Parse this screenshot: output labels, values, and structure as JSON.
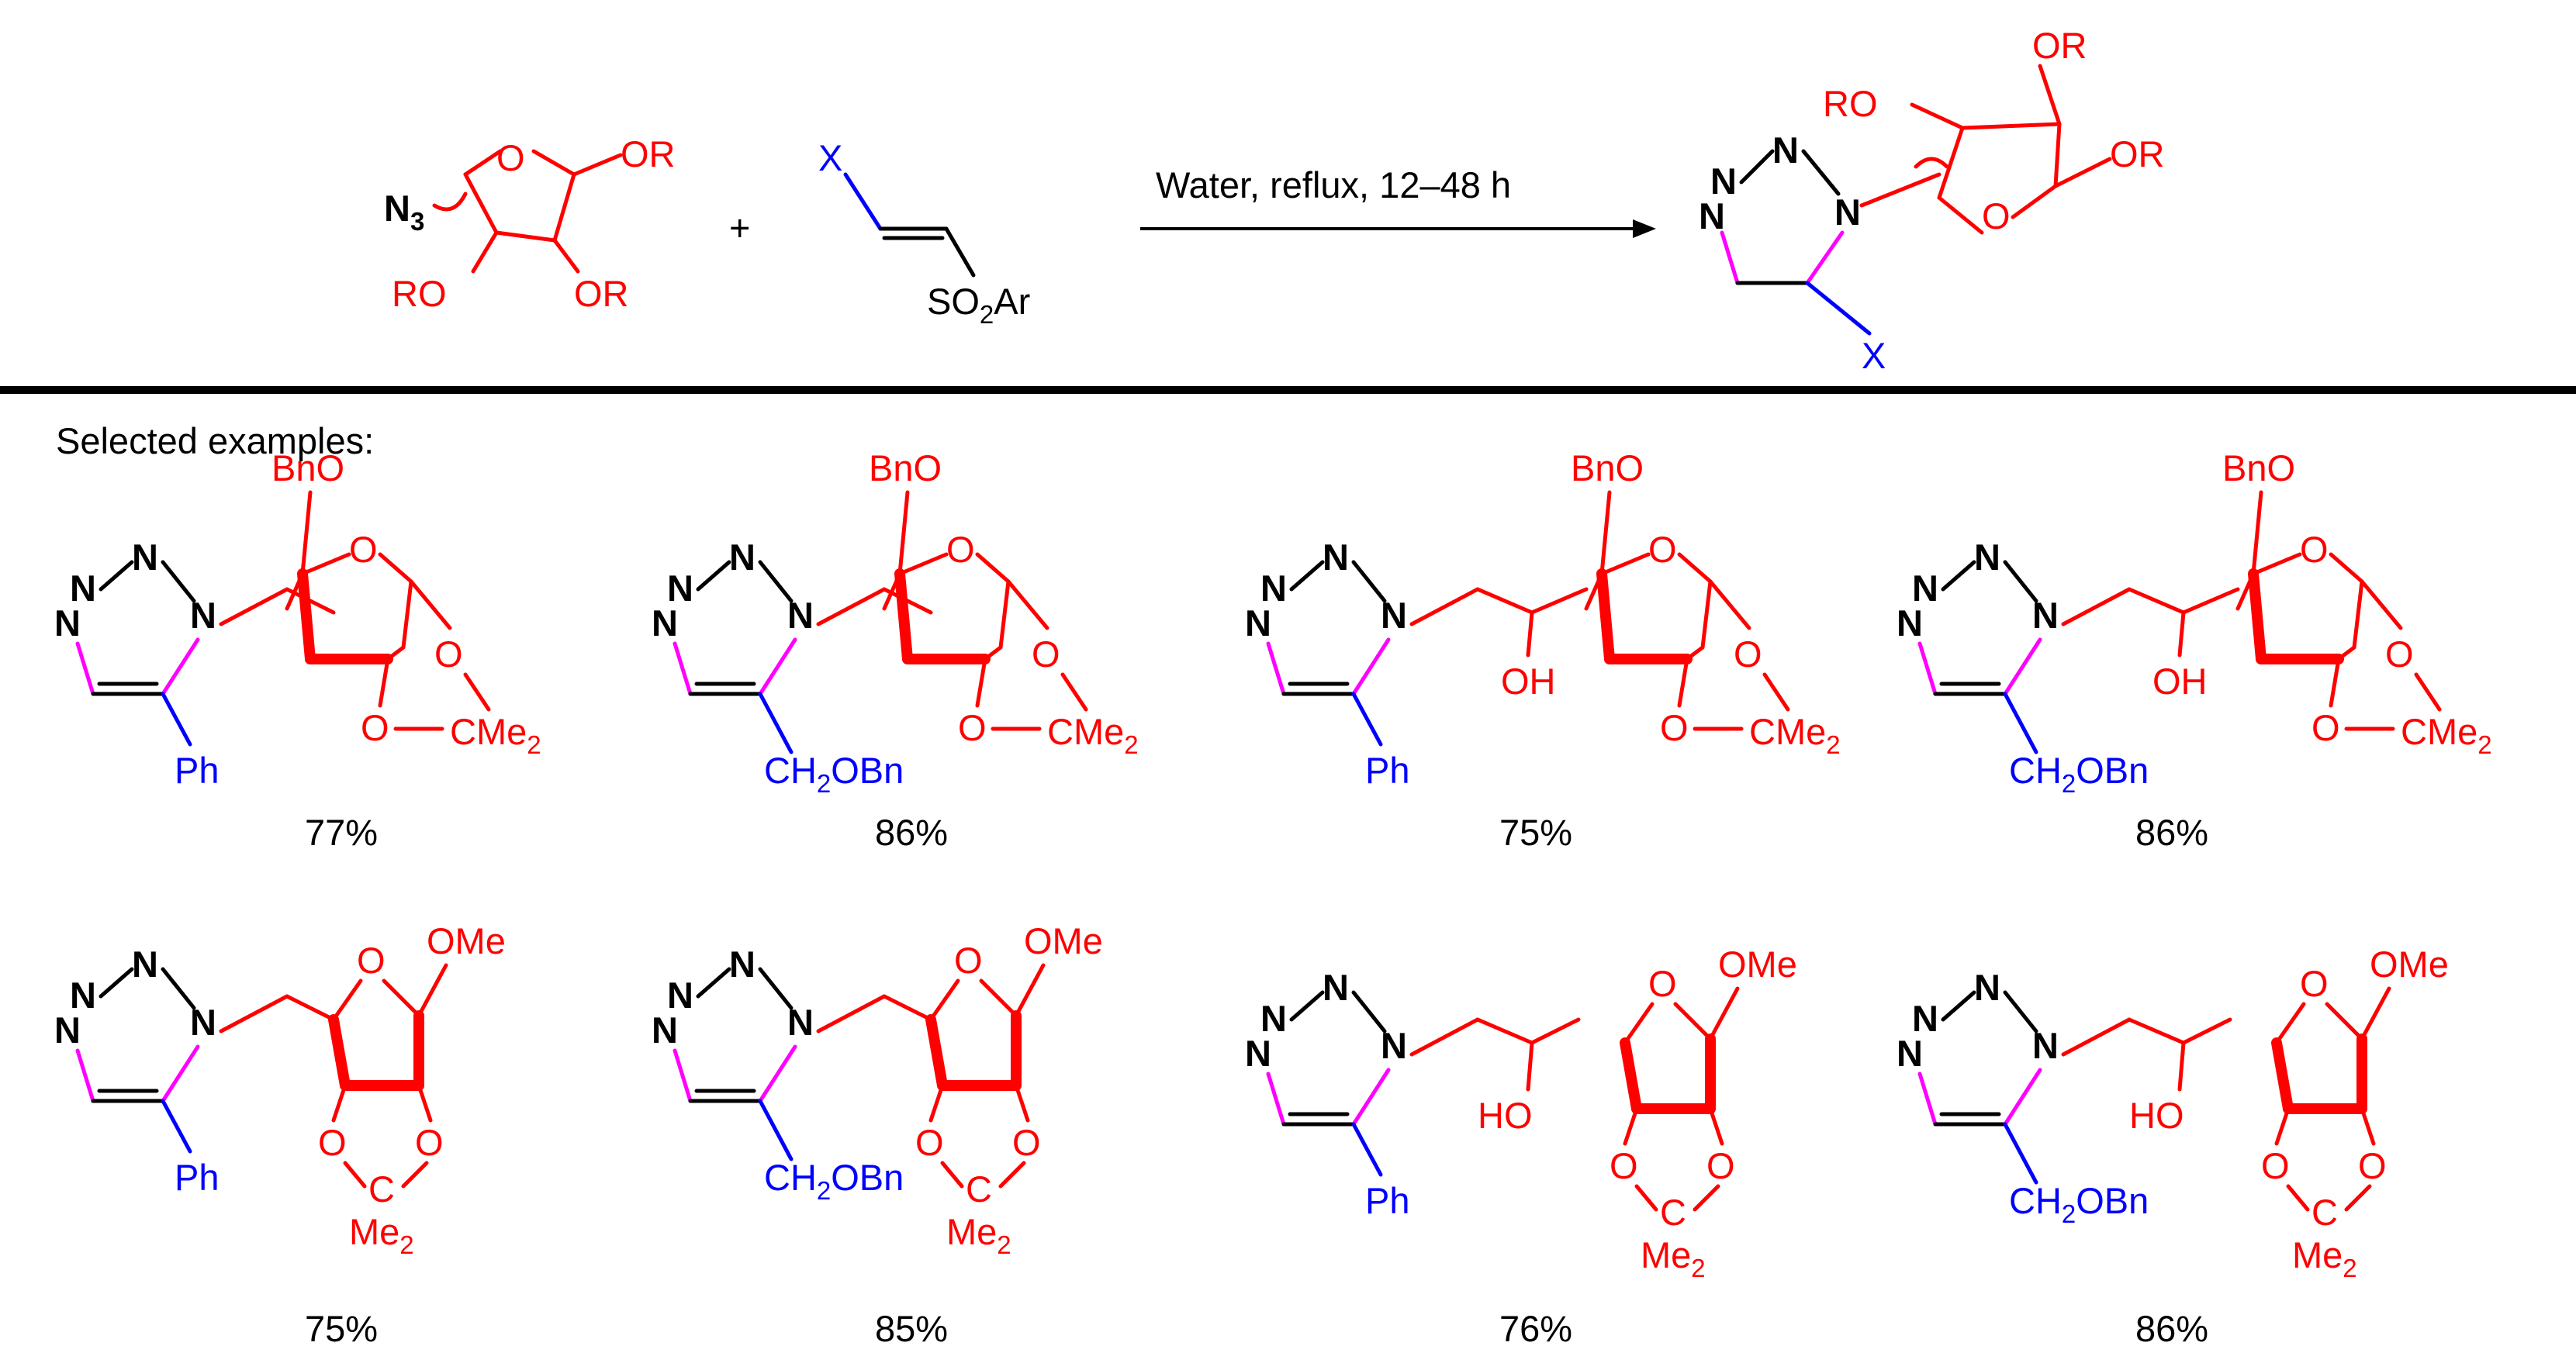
{
  "reaction": {
    "condition": "Water, reflux, 12–48 h",
    "plus": "+",
    "azide_label": "N",
    "azide_sub": "3",
    "or_label": "OR",
    "ro_label": "RO",
    "ring_o": "O",
    "x_label": "X",
    "so2ar_prefix": "SO",
    "so2ar_sub": "2",
    "so2ar_suffix": "Ar",
    "n_label": "N"
  },
  "examples_heading": "Selected examples:",
  "labels": {
    "ph": "Ph",
    "ch2obn_a": "CH",
    "ch2obn_sub": "2",
    "ch2obn_b": "OBn",
    "bno": "BnO",
    "oh": "OH",
    "ho": "HO",
    "ome": "OMe",
    "cme2_a": "CMe",
    "cme2_sub": "2",
    "c": "C",
    "me2_a": "Me",
    "me2_sub": "2",
    "o": "O",
    "n": "N"
  },
  "yields": [
    "77%",
    "86%",
    "75%",
    "86%",
    "75%",
    "85%",
    "76%",
    "86%"
  ],
  "colors": {
    "sugar": "#ff0000",
    "substituent": "#0000ff",
    "triazole_bond": "#ff00ff",
    "ink": "#000000"
  }
}
